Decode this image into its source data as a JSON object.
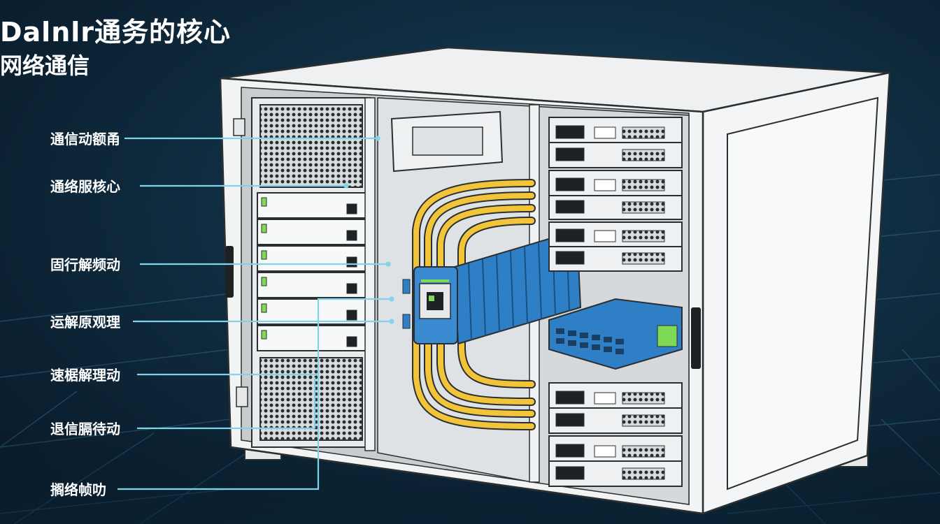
{
  "header": {
    "title": "Dalnlr通务的核心",
    "subtitle": "网络通信"
  },
  "callouts": [
    {
      "label": "通信动额甬"
    },
    {
      "label": "通络服核心"
    },
    {
      "label": "固行解频动"
    },
    {
      "label": "运解原观理"
    },
    {
      "label": "速椐解理动"
    },
    {
      "label": "退信膈待动"
    },
    {
      "label": "搁络帧叻"
    }
  ],
  "colors": {
    "background": "#0f2c40",
    "grid": "#2d6785",
    "callout_line": "#7fd3ea",
    "cabinet": "#f2f4f4",
    "cabling": "#f2c43a",
    "switch": "#2f7fc7",
    "status_led": "#7ed957"
  }
}
